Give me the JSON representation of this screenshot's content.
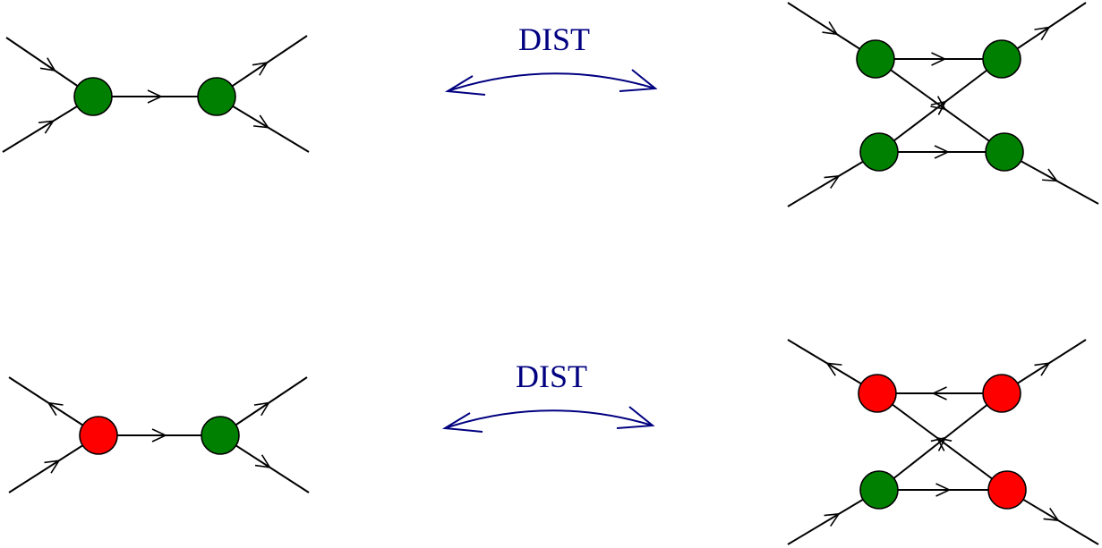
{
  "colors": {
    "vertex_green": "#008000",
    "vertex_red": "#ff0000",
    "edge": "#000000",
    "relation": "#000080"
  },
  "rows": [
    {
      "relation_label": "DIST",
      "left_vertices": [
        "green",
        "green"
      ],
      "right_vertices": [
        "green",
        "green",
        "green",
        "green"
      ]
    },
    {
      "relation_label": "DIST",
      "left_vertices": [
        "red",
        "green"
      ],
      "right_vertices": [
        "red",
        "red",
        "green",
        "red"
      ]
    }
  ]
}
